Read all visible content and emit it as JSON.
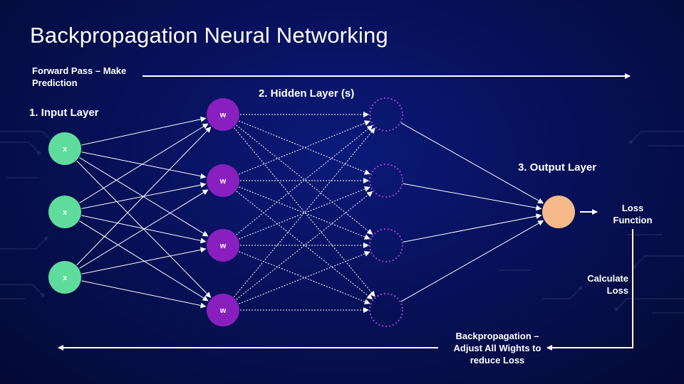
{
  "slide": {
    "title": "Backpropagation Neural Networking",
    "forward_pass_label": "Forward Pass – Make Prediction",
    "input_layer_label": "1. Input Layer",
    "hidden_layer_label": "2. Hidden Layer (s)",
    "output_layer_label": "3. Output Layer",
    "loss_function_label": "Loss Function",
    "calculate_loss_label": "Calculate Loss",
    "backprop_label": "Backpropagation – Adjust All Wights to reduce Loss"
  },
  "network": {
    "input_nodes": [
      "x",
      "x",
      "x"
    ],
    "weight_nodes": [
      "w",
      "w",
      "w",
      "w"
    ],
    "hidden_nodes": [
      "",
      "",
      "",
      ""
    ],
    "output_nodes": [
      ""
    ]
  },
  "colors": {
    "background": "#07115a",
    "input_node": "#5fdc9c",
    "weight_node": "#8a1fc0",
    "hidden_node_outline": "#a13fd0",
    "output_node": "#f7b98a",
    "line": "#ffffff"
  }
}
